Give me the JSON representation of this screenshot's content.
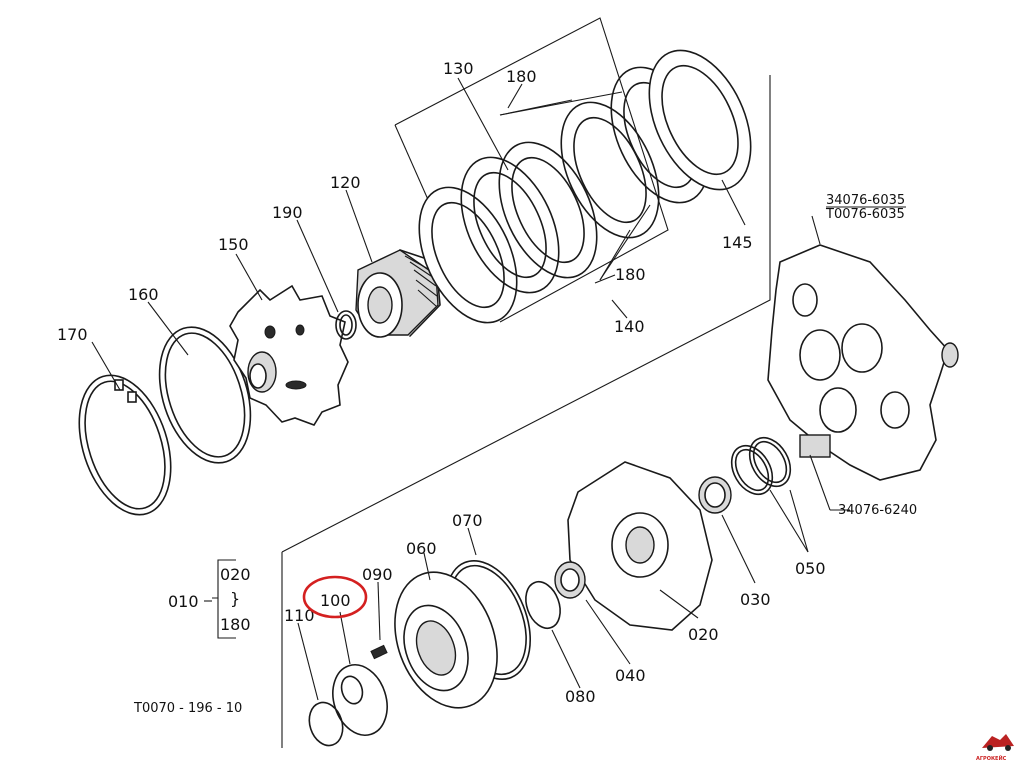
{
  "labels": {
    "p010": "010",
    "p020a": "020",
    "p_tilde": "}",
    "p180a": "180",
    "p020b": "020",
    "p030": "030",
    "p040": "040",
    "p050": "050",
    "p060": "060",
    "p070": "070",
    "p080": "080",
    "p090": "090",
    "p100": "100",
    "p110": "110",
    "p120": "120",
    "p130": "130",
    "p140": "140",
    "p145": "145",
    "p150": "150",
    "p160": "160",
    "p170": "170",
    "p180b": "180",
    "p180c": "180",
    "p190": "190",
    "ref1": "34076-6035",
    "ref2": "T0076-6035",
    "ref3": "34076-6240",
    "drawing_no": "T0070 - 196 - 10"
  },
  "highlight": {
    "part": "100",
    "color": "#d42020"
  },
  "watermark": "АГРОКЕЙС"
}
